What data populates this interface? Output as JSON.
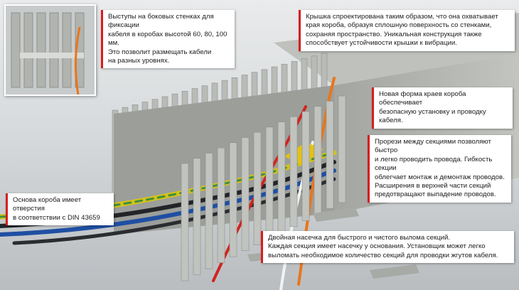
{
  "colors": {
    "accent_red": "#d61e1e",
    "duct_gray": "#b5b7b3",
    "cable_yellow_green": "#d4c21a",
    "cable_orange": "#e8761c",
    "cable_red": "#d0241e",
    "cable_blue": "#1f4fa3"
  },
  "inset": {
    "icon": "duct-closeup-photo"
  },
  "callouts": {
    "top_left": "Выступы на боковых стенках для фиксации\nкабеля в коробах высотой 60, 80, 100 мм.\nЭто позволит размещать кабели\nна разных уровнях.",
    "top_right": "Крышка спроектирована таким образом, что она охватывает\nкрая короба, образуя сплошную поверхность со стенками,\nсохраняя пространство. Уникальная конструкция также\nспособствует устойчивости крышки к вибрации.",
    "right_1": "Новая форма краев короба обеспечивает\nбезопасную установку и проводку кабеля.",
    "right_2": "Прорези между секциями позволяют быстро\nи легко проводить провода. Гибкость секции\nоблегчает монтаж и демонтаж проводов.\nРасширения в верхней части секций\nпредотвращают выпадение проводов.",
    "left": "Основа короба имеет отверстия\nв соответствии с DIN 43659",
    "bottom": "Двойная насечка для быстрого и чистого вылома секций.\nКаждая секция имеет насечку у основания. Установщик может легко\nвыломать необходимое количество секций для проводки жгутов кабеля."
  }
}
